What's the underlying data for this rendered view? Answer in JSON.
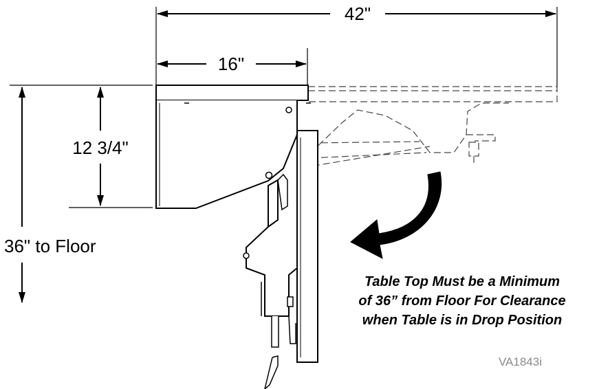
{
  "dimensions": {
    "overall_depth": "42\"",
    "housing_depth": "16\"",
    "housing_height": "12 3/4\"",
    "height_to_floor": "36\" to Floor"
  },
  "note": {
    "line1": "Table Top Must be a Minimum",
    "line2": "of 36” from Floor For Clearance",
    "line3": "when Table is in Drop Position"
  },
  "drawing_code": "VA1843i",
  "colors": {
    "line": "#000000",
    "hidden_line": "#444444",
    "code_text": "#8a8a8a",
    "background": "#ffffff"
  }
}
